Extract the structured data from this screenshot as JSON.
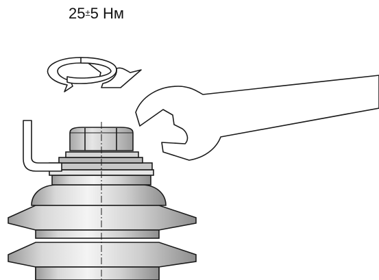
{
  "annotation": {
    "torque_value": "25",
    "torque_sign": "±",
    "torque_tolerance": "5",
    "torque_unit": "Нм"
  },
  "colors": {
    "outline": "#1a1a1a",
    "wrench_fill": "#ffffff",
    "metal_light": "#e8e8e8",
    "metal_mid": "#c8c8c8",
    "metal_dark": "#9a9a9a",
    "nut_fill": "#d2d2d2"
  }
}
